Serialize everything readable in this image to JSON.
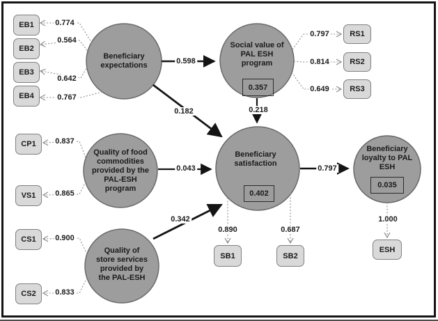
{
  "figure": {
    "type": "structural-equation-model-path-diagram",
    "colors": {
      "latent_fill": "#9d9d9d",
      "latent_stroke": "#696969",
      "indicator_fill": "#d9d9d9",
      "indicator_stroke": "#7f7f7f",
      "structural_path_color": "#141414",
      "loading_path_color": "#8c8c8c",
      "frame_color": "#141414"
    }
  },
  "latents": [
    {
      "id": "beneficiary-expectations",
      "label": "Beneficiary expectations"
    },
    {
      "id": "social-value",
      "label": "Social value of PAL ESH program",
      "r2": "0.357"
    },
    {
      "id": "food-quality",
      "label": "Quality of food commodities provided by the PAL-ESH program"
    },
    {
      "id": "beneficiary-satisfaction",
      "label": "Beneficiary satisfaction",
      "r2": "0.402"
    },
    {
      "id": "store-quality",
      "label": "Quality of store services provided by the PAL-ESH"
    },
    {
      "id": "loyalty",
      "label": "Beneficiary loyalty to PAL ESH",
      "r2": "0.035"
    }
  ],
  "indicators": [
    {
      "label": "EB1",
      "loading": "0.774",
      "latent": "beneficiary-expectations"
    },
    {
      "label": "EB2",
      "loading": "0.564",
      "latent": "beneficiary-expectations"
    },
    {
      "label": "EB3",
      "loading": "0.642",
      "latent": "beneficiary-expectations"
    },
    {
      "label": "EB4",
      "loading": "0.767",
      "latent": "beneficiary-expectations"
    },
    {
      "label": "CP1",
      "loading": "0.837",
      "latent": "food-quality"
    },
    {
      "label": "VS1",
      "loading": "0.865",
      "latent": "food-quality"
    },
    {
      "label": "CS1",
      "loading": "0.900",
      "latent": "store-quality"
    },
    {
      "label": "CS2",
      "loading": "0.833",
      "latent": "store-quality"
    },
    {
      "label": "RS1",
      "loading": "0.797",
      "latent": "social-value"
    },
    {
      "label": "RS2",
      "loading": "0.814",
      "latent": "social-value"
    },
    {
      "label": "RS3",
      "loading": "0.649",
      "latent": "social-value"
    },
    {
      "label": "SB1",
      "loading": "0.890",
      "latent": "beneficiary-satisfaction"
    },
    {
      "label": "SB2",
      "loading": "0.687",
      "latent": "beneficiary-satisfaction"
    },
    {
      "label": "ESH",
      "loading": "1.000",
      "latent": "loyalty"
    }
  ],
  "paths": [
    {
      "from": "beneficiary-expectations",
      "to": "social-value",
      "coef": "0.598"
    },
    {
      "from": "beneficiary-expectations",
      "to": "beneficiary-satisfaction",
      "coef": "0.182"
    },
    {
      "from": "social-value",
      "to": "beneficiary-satisfaction",
      "coef": "0.218"
    },
    {
      "from": "food-quality",
      "to": "beneficiary-satisfaction",
      "coef": "0.043"
    },
    {
      "from": "store-quality",
      "to": "beneficiary-satisfaction",
      "coef": "0.342"
    },
    {
      "from": "beneficiary-satisfaction",
      "to": "loyalty",
      "coef": "0.797"
    }
  ]
}
